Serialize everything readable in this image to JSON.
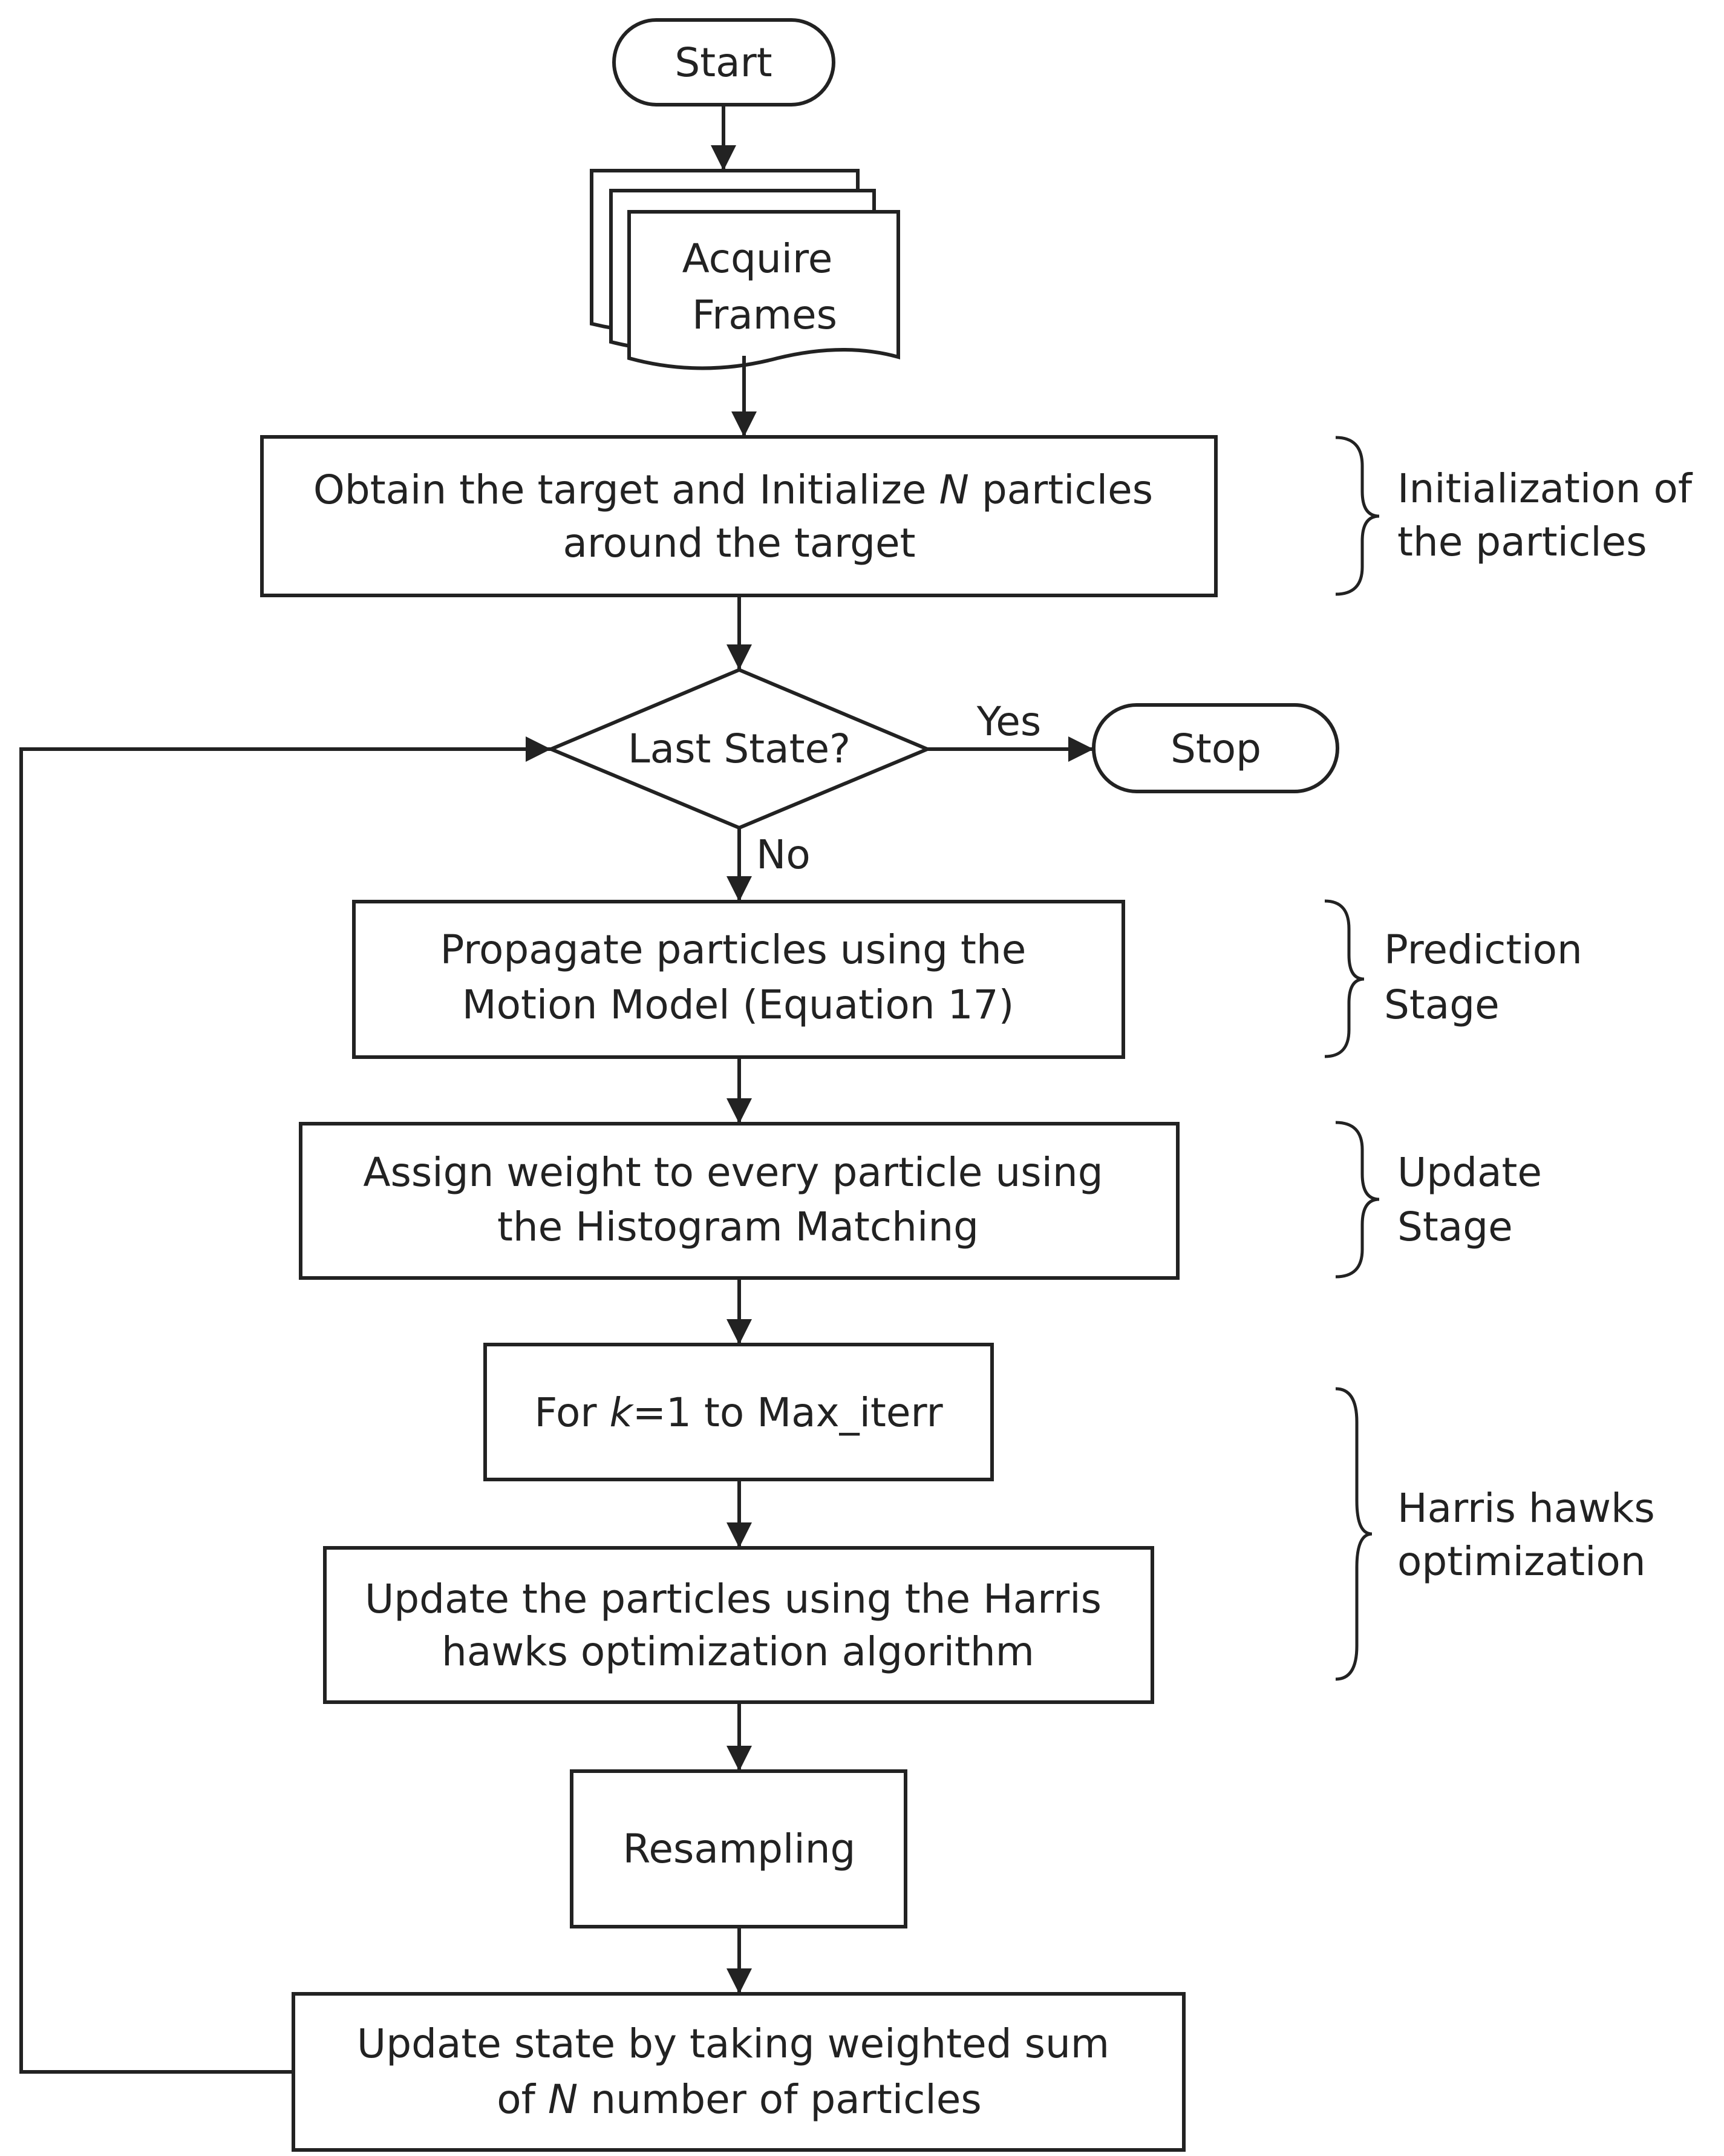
{
  "colors": {
    "stroke": "#222222",
    "highlight": "#e8453c"
  },
  "nodes": {
    "start": "Start",
    "acquire": [
      "Acquire",
      "Frames"
    ],
    "obtain": {
      "l1a": "Obtain the target and Initialize ",
      "l1n": "N",
      "l1b": " particles",
      "l2": "around the target"
    },
    "last_state": "Last State?",
    "stop": "Stop",
    "propagate": [
      "Propagate particles using the",
      "Motion Model (Equation 17)"
    ],
    "assign": [
      "Assign weight to every particle using",
      "the Histogram Matching"
    ],
    "for_loop": {
      "a": "For ",
      "k": "k",
      "b": "=1 to Max_iterr"
    },
    "update_hho": [
      "Update the particles using the Harris",
      "hawks optimization algorithm"
    ],
    "resampling": "Resampling",
    "update_state": {
      "l1": "Update state by taking weighted sum",
      "l2a": "of ",
      "l2n": "N",
      "l2b": " number of particles"
    }
  },
  "edges": {
    "yes": "Yes",
    "no": "No"
  },
  "stages": {
    "initialization": {
      "lines": [
        "Initialization of",
        "the particles"
      ],
      "color": "#222222"
    },
    "prediction": {
      "lines": [
        "Prediction",
        "Stage"
      ],
      "color": "#222222"
    },
    "update": {
      "lines": [
        "Update",
        "Stage"
      ],
      "color": "#e8453c"
    },
    "hho": {
      "lines": [
        "Harris hawks",
        "optimization"
      ],
      "color": "#e8453c"
    }
  }
}
